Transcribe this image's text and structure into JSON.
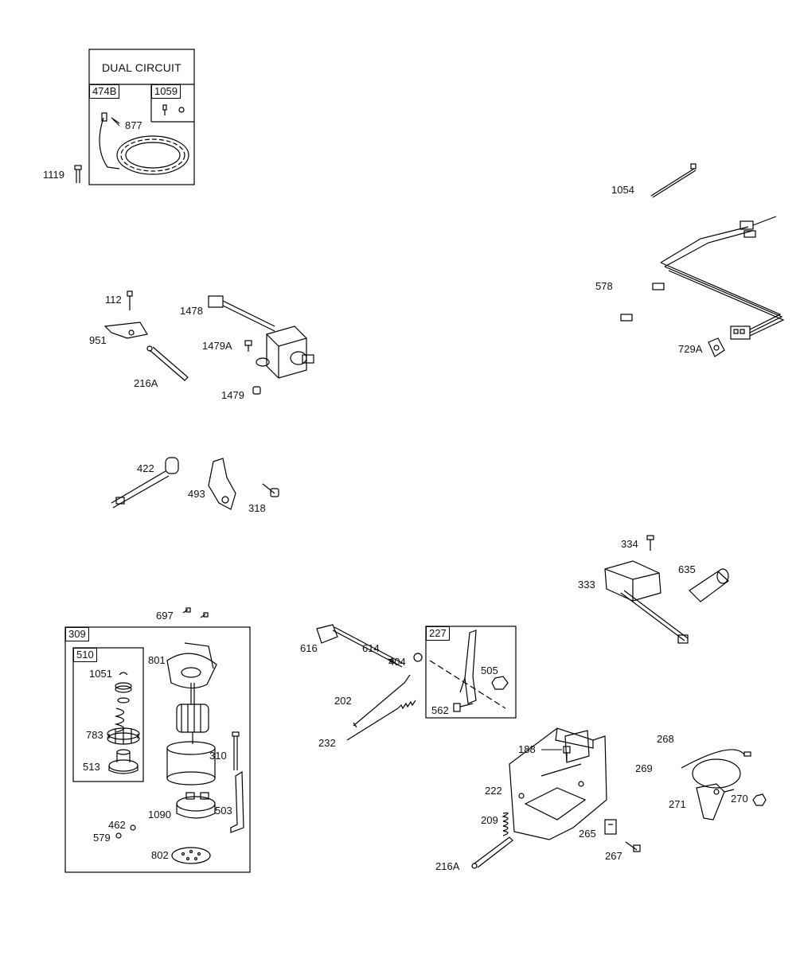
{
  "kits": {
    "dual_circuit_title": "DUAL CIRCUIT",
    "k474B": "474B",
    "k1059": "1059",
    "k309": "309",
    "k510": "510",
    "k227": "227"
  },
  "parts": {
    "p877": "877",
    "p1119": "1119",
    "p1054": "1054",
    "p578": "578",
    "p729A": "729A",
    "p112": "112",
    "p1478": "1478",
    "p951": "951",
    "p1479A": "1479A",
    "p216A_top": "216A",
    "p1479": "1479",
    "p422": "422",
    "p493": "493",
    "p318": "318",
    "p334": "334",
    "p635": "635",
    "p333": "333",
    "p697": "697",
    "p801": "801",
    "p1051": "1051",
    "p783": "783",
    "p513": "513",
    "p310": "310",
    "p1090": "1090",
    "p503": "503",
    "p462": "462",
    "p579": "579",
    "p802": "802",
    "p616": "616",
    "p614": "614",
    "p404": "404",
    "p505": "505",
    "p202": "202",
    "p562": "562",
    "p232": "232",
    "p188": "188",
    "p268": "268",
    "p269": "269",
    "p222": "222",
    "p209": "209",
    "p271": "271",
    "p270": "270",
    "p265": "265",
    "p267": "267",
    "p216A_bottom": "216A"
  }
}
